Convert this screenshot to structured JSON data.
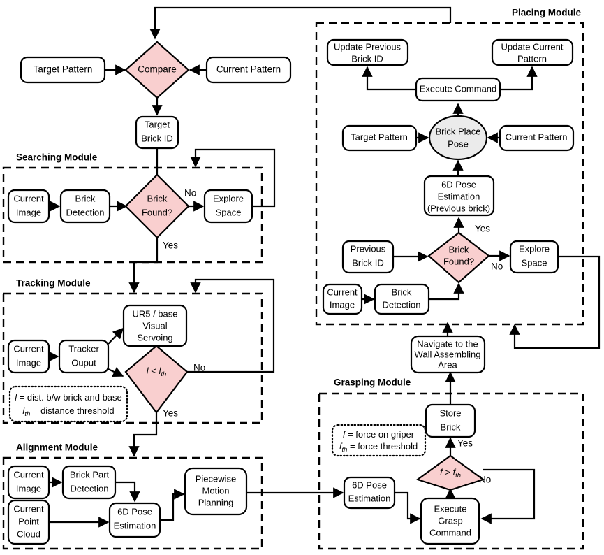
{
  "diagram": {
    "title": "Brick Assembly Robot Pipeline Flowchart",
    "colors": {
      "decision_fill": "#f9cfcf",
      "process_fill": "#ffffff",
      "terminal_fill": "#ebebeb",
      "stroke": "#000000",
      "module_border": "#000000"
    }
  },
  "modules": {
    "searching": {
      "title": "Searching Module"
    },
    "tracking": {
      "title": "Tracking Module"
    },
    "alignment": {
      "title": "Alignment Module"
    },
    "grasping": {
      "title": "Grasping Module"
    },
    "placing": {
      "title": "Placing Module"
    }
  },
  "top": {
    "target_pattern": "Target Pattern",
    "compare": "Compare",
    "current_pattern": "Current Pattern",
    "target_brick_id_l1": "Target",
    "target_brick_id_l2": "Brick ID"
  },
  "searching": {
    "current_image_l1": "Current",
    "current_image_l2": "Image",
    "brick_detection_l1": "Brick",
    "brick_detection_l2": "Detection",
    "brick_found_l1": "Brick",
    "brick_found_l2": "Found?",
    "explore_space_l1": "Explore",
    "explore_space_l2": "Space",
    "label_no": "No",
    "label_yes": "Yes"
  },
  "tracking": {
    "current_image_l1": "Current",
    "current_image_l2": "Image",
    "tracker_output_l1": "Tracker",
    "tracker_output_l2": "Ouput",
    "visual_servoing_l1": "UR5 / base",
    "visual_servoing_l2": "Visual",
    "visual_servoing_l3": "Servoing",
    "decision_lhs": "l",
    "decision_op": " < ",
    "decision_rhs": "l",
    "decision_rhs_sub": "th",
    "label_no": "No",
    "label_yes": "Yes",
    "legend_line1_var": "l",
    "legend_line1_text": " = dist. b/w brick and base",
    "legend_line2_var": "l",
    "legend_line2_sub": "th",
    "legend_line2_text": " = distance threshold"
  },
  "alignment": {
    "current_image_l1": "Current",
    "current_image_l2": "Image",
    "brick_part_detection_l1": "Brick Part",
    "brick_part_detection_l2": "Detection",
    "current_point_cloud_l1": "Current",
    "current_point_cloud_l2": "Point",
    "current_point_cloud_l3": "Cloud",
    "pose_estimation_l1": "6D Pose",
    "pose_estimation_l2": "Estimation",
    "motion_planning_l1": "Piecewise",
    "motion_planning_l2": "Motion",
    "motion_planning_l3": "Planning"
  },
  "grasping": {
    "pose_estimation_l1": "6D Pose",
    "pose_estimation_l2": "Estimation",
    "execute_grasp_l1": "Execute",
    "execute_grasp_l2": "Grasp",
    "execute_grasp_l3": "Command",
    "decision_lhs": "f",
    "decision_op": " > ",
    "decision_rhs": "f",
    "decision_rhs_sub": "th",
    "store_brick_l1": "Store",
    "store_brick_l2": "Brick",
    "label_yes": "Yes",
    "label_no": "No",
    "legend_line1_var": "f",
    "legend_line1_text": " = force on griper",
    "legend_line2_var": "f",
    "legend_line2_sub": "th",
    "legend_line2_text": " = force threshold"
  },
  "navigate": {
    "line1": "Navigate to the",
    "line2": "Wall Assembling",
    "line3": "Area"
  },
  "placing": {
    "update_previous_brick_id_l1": "Update Previous",
    "update_previous_brick_id_l2": "Brick ID",
    "update_current_pattern_l1": "Update Current",
    "update_current_pattern_l2": "Pattern",
    "execute_command": "Execute Command",
    "target_pattern": "Target Pattern",
    "brick_place_pose_l1": "Brick Place",
    "brick_place_pose_l2": "Pose",
    "current_pattern": "Current Pattern",
    "pose_estimation_l1": "6D Pose",
    "pose_estimation_l2": "Estimation",
    "pose_estimation_l3": "(Previous brick)",
    "previous_brick_id_l1": "Previous",
    "previous_brick_id_l2": "Brick ID",
    "brick_found_l1": "Brick",
    "brick_found_l2": "Found?",
    "explore_space_l1": "Explore",
    "explore_space_l2": "Space",
    "current_image_l1": "Current",
    "current_image_l2": "Image",
    "brick_detection_l1": "Brick",
    "brick_detection_l2": "Detection",
    "label_yes": "Yes",
    "label_no": "No"
  }
}
